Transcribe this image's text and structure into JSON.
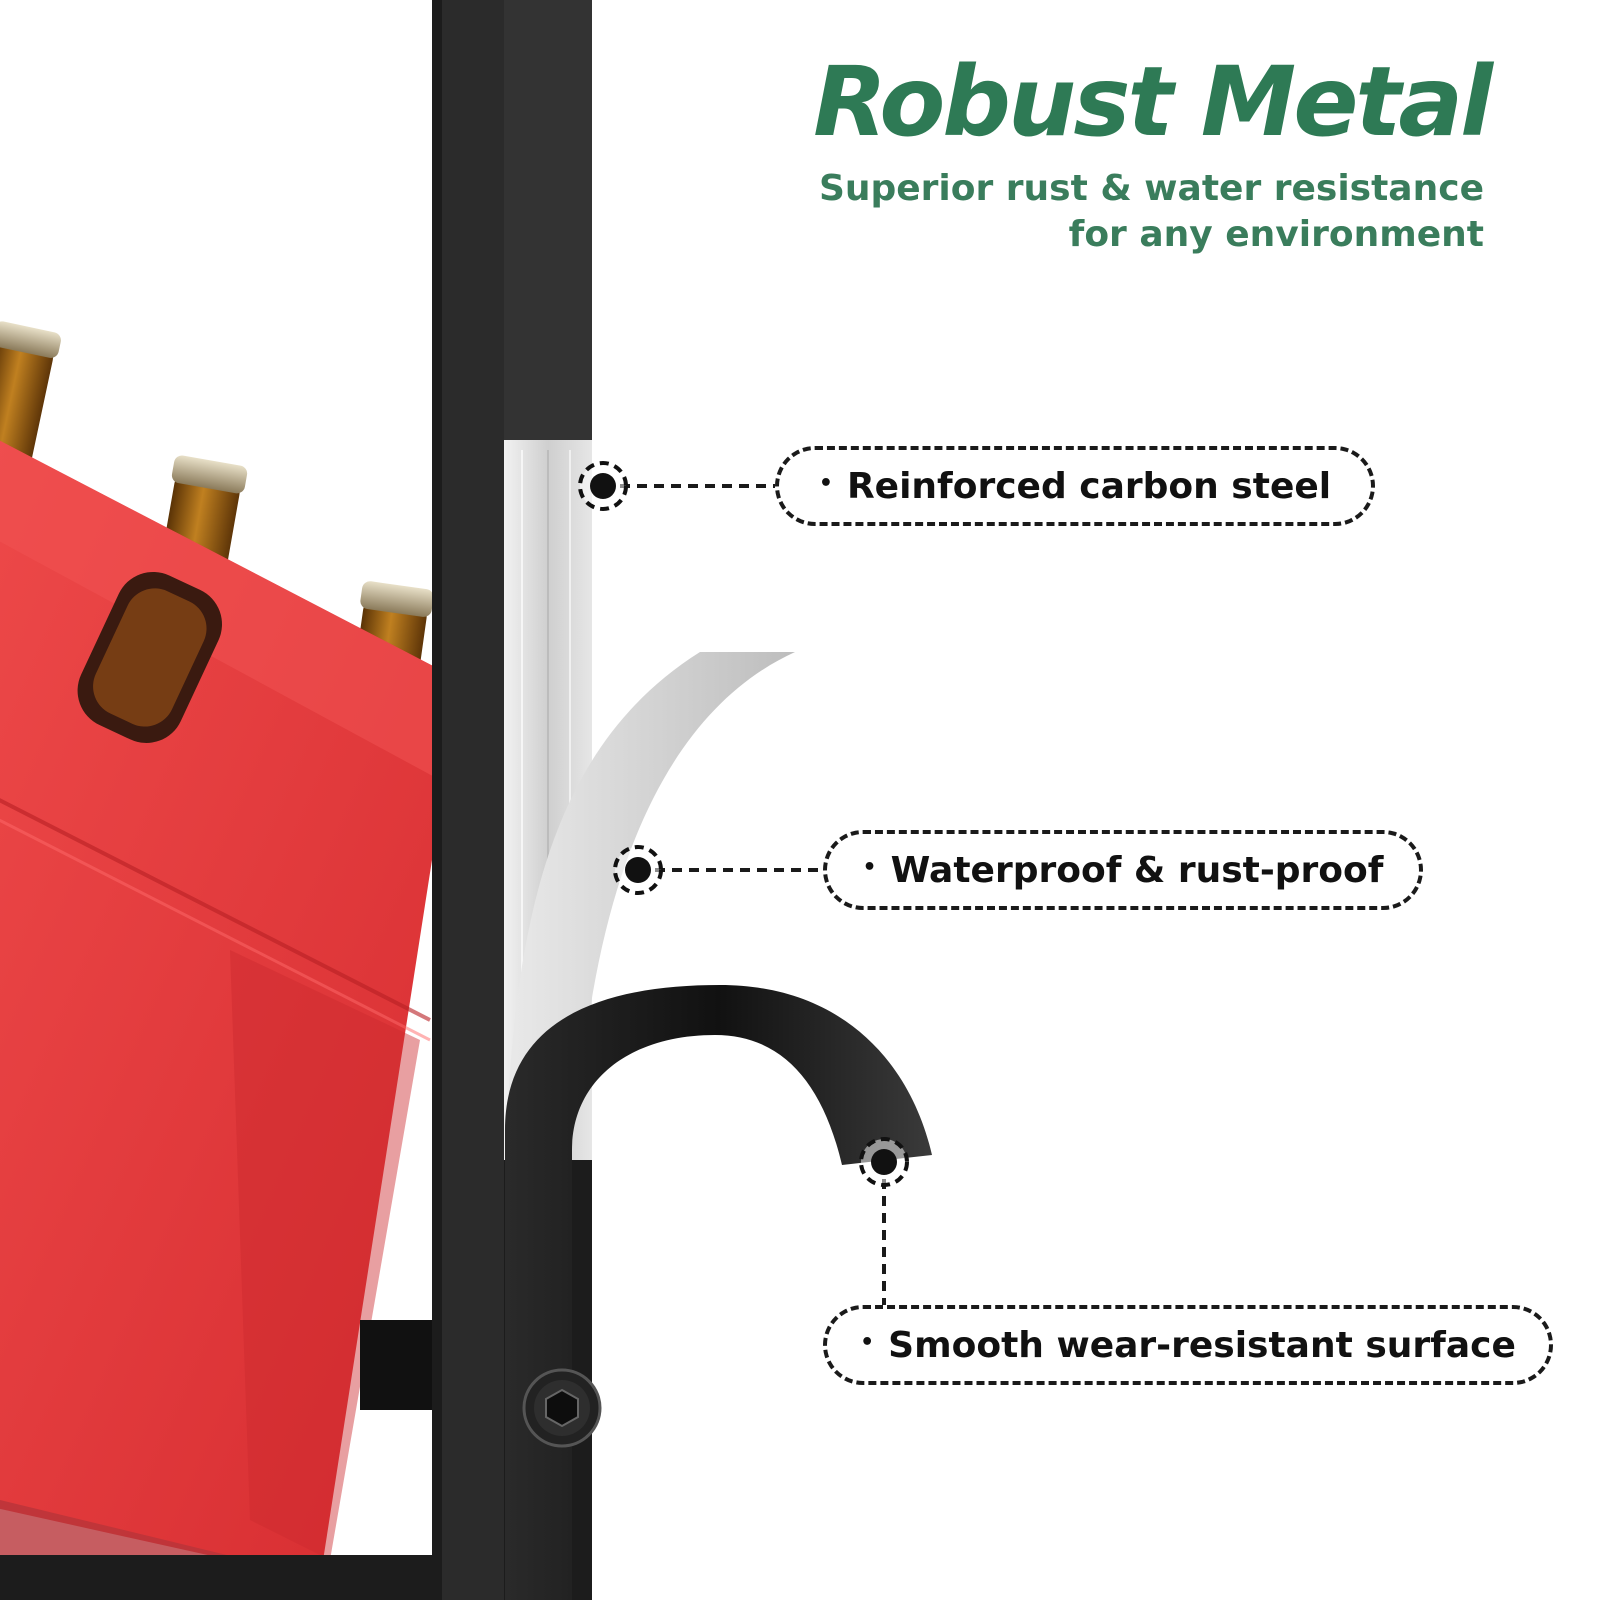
{
  "heading": {
    "title": "Robust Metal",
    "subtitle_line1": "Superior rust & water resistance",
    "subtitle_line2": "for any environment"
  },
  "callouts": [
    {
      "bullet": "•",
      "label": "Reinforced carbon steel"
    },
    {
      "bullet": "•",
      "label": "Waterproof & rust-proof"
    },
    {
      "bullet": "•",
      "label": "Smooth wear-resistant surface"
    }
  ],
  "colors": {
    "heading_green": "#2e7a55",
    "subtitle_green": "#3a7d5c",
    "frame_black": "#1c1c1c",
    "crate_red": "#e03a3c",
    "steel_silver": "#d6d6d6",
    "callout_ink": "#111111"
  },
  "icons": [
    "target-dot-icon",
    "hex-bolt-icon"
  ]
}
